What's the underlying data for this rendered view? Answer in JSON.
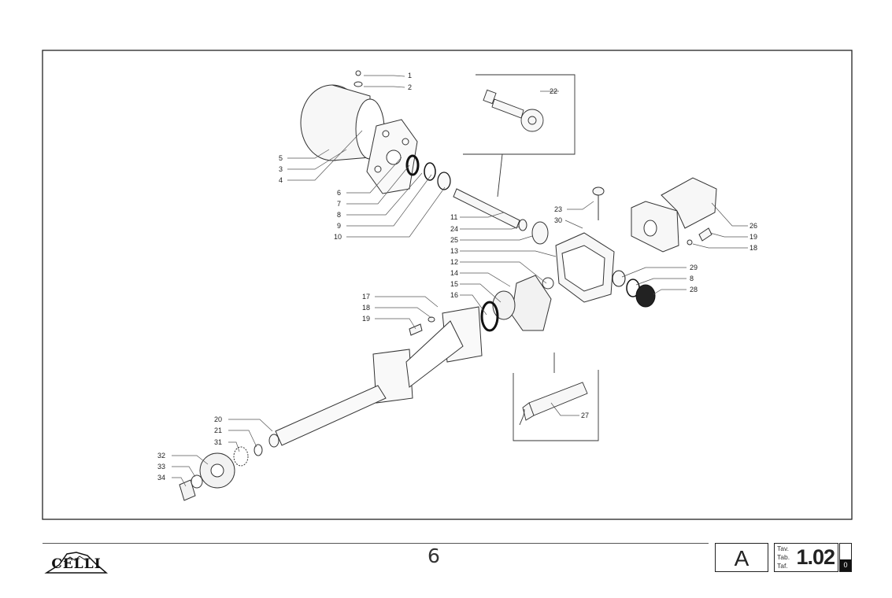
{
  "callouts": [
    {
      "id": "c1",
      "num": "1"
    },
    {
      "id": "c2",
      "num": "2"
    },
    {
      "id": "c5",
      "num": "5"
    },
    {
      "id": "c3",
      "num": "3"
    },
    {
      "id": "c4",
      "num": "4"
    },
    {
      "id": "c6",
      "num": "6"
    },
    {
      "id": "c7",
      "num": "7"
    },
    {
      "id": "c8a",
      "num": "8"
    },
    {
      "id": "c9",
      "num": "9"
    },
    {
      "id": "c10",
      "num": "10"
    },
    {
      "id": "c22",
      "num": "22"
    },
    {
      "id": "c23",
      "num": "23"
    },
    {
      "id": "c30",
      "num": "30"
    },
    {
      "id": "c11",
      "num": "11"
    },
    {
      "id": "c24",
      "num": "24"
    },
    {
      "id": "c25",
      "num": "25"
    },
    {
      "id": "c13a",
      "num": "13"
    },
    {
      "id": "c12",
      "num": "12"
    },
    {
      "id": "c14",
      "num": "14"
    },
    {
      "id": "c15",
      "num": "15"
    },
    {
      "id": "c16",
      "num": "16"
    },
    {
      "id": "c17",
      "num": "17"
    },
    {
      "id": "c18a",
      "num": "18"
    },
    {
      "id": "c19a",
      "num": "19"
    },
    {
      "id": "c26",
      "num": "26"
    },
    {
      "id": "c19b",
      "num": "19"
    },
    {
      "id": "c18b",
      "num": "18"
    },
    {
      "id": "c29",
      "num": "29"
    },
    {
      "id": "c8b",
      "num": "8"
    },
    {
      "id": "c28",
      "num": "28"
    },
    {
      "id": "c27",
      "num": "27"
    },
    {
      "id": "c20",
      "num": "20"
    },
    {
      "id": "c21",
      "num": "21"
    },
    {
      "id": "c31",
      "num": "31"
    },
    {
      "id": "c32",
      "num": "32"
    },
    {
      "id": "c33",
      "num": "33"
    },
    {
      "id": "c34",
      "num": "34"
    }
  ],
  "footer": {
    "brand": "CELLI",
    "page_number": "6",
    "revision": "A",
    "table_labels": [
      "Tav.",
      "Tab.",
      "Taf."
    ],
    "table_number": "1.02",
    "sub_number": "0"
  },
  "colors": {
    "ink": "#222222",
    "paper": "#ffffff",
    "part_fill": "#f7f7f7"
  }
}
